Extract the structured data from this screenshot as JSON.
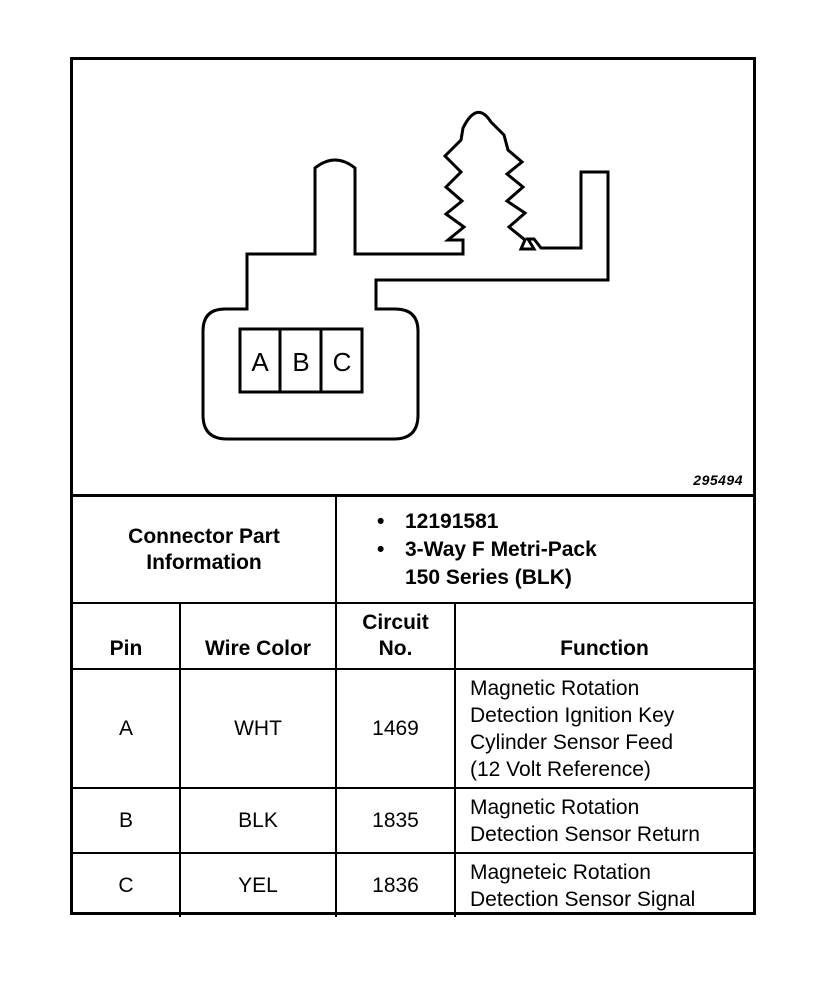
{
  "diagram": {
    "figure_id": "295494",
    "terminals": [
      "A",
      "B",
      "C"
    ]
  },
  "connector_info": {
    "label_line1": "Connector Part",
    "label_line2": "Information",
    "items": [
      {
        "line1": "12191581",
        "line2": ""
      },
      {
        "line1": "3-Way F Metri-Pack",
        "line2": "150 Series (BLK)"
      }
    ]
  },
  "table": {
    "headers": {
      "pin": "Pin",
      "wire_color": "Wire Color",
      "circuit_line1": "Circuit",
      "circuit_line2": "No.",
      "function": "Function"
    },
    "rows": [
      {
        "pin": "A",
        "wire_color": "WHT",
        "circuit": "1469",
        "function": [
          "Magnetic Rotation",
          "Detection Ignition Key",
          "Cylinder Sensor Feed",
          "(12 Volt Reference)"
        ]
      },
      {
        "pin": "B",
        "wire_color": "BLK",
        "circuit": "1835",
        "function": [
          "Magnetic Rotation",
          "Detection Sensor Return"
        ]
      },
      {
        "pin": "C",
        "wire_color": "YEL",
        "circuit": "1836",
        "function": [
          "Magneteic Rotation",
          "Detection Sensor Signal"
        ]
      }
    ]
  }
}
